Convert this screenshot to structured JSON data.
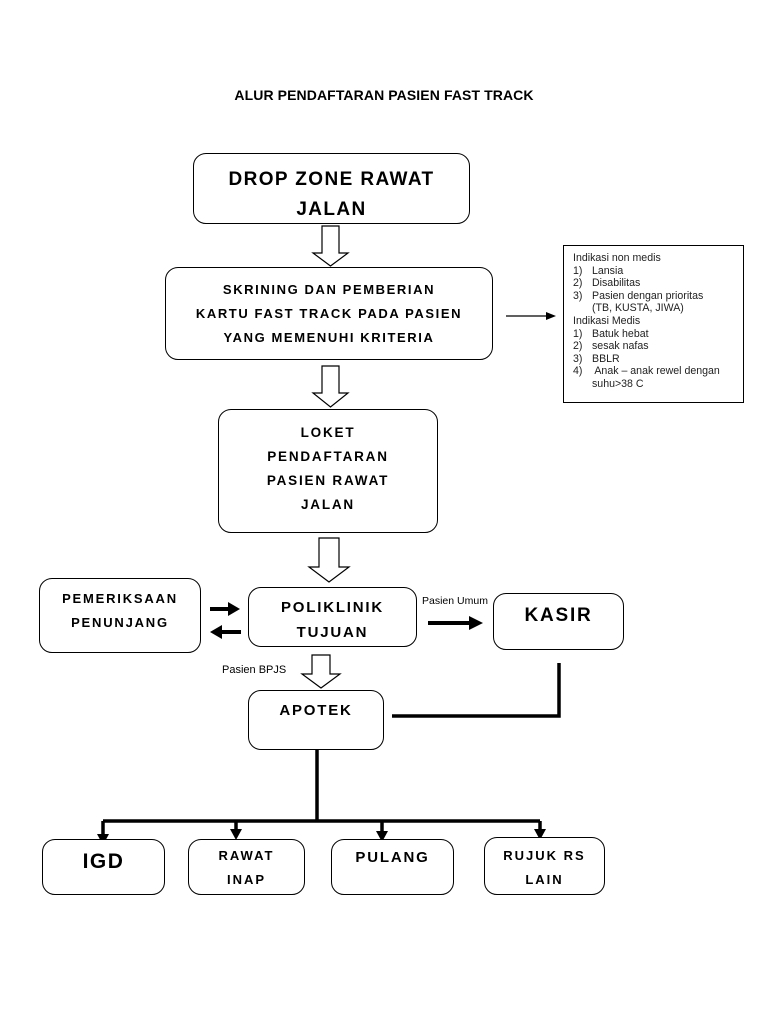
{
  "title": "ALUR PENDAFTARAN PASIEN FAST TRACK",
  "nodes": {
    "drop_zone": [
      "DROP ZONE RAWAT",
      "JALAN"
    ],
    "skrining": [
      "SKRINING DAN PEMBERIAN",
      "KARTU FAST TRACK PADA PASIEN",
      "YANG MEMENUHI KRITERIA"
    ],
    "loket": [
      "LOKET",
      "PENDAFTARAN",
      "PASIEN RAWAT",
      "JALAN"
    ],
    "pemeriksaan": [
      "PEMERIKSAAN",
      "PENUNJANG"
    ],
    "poliklinik": [
      "POLIKLINIK",
      "TUJUAN"
    ],
    "kasir": [
      "KASIR"
    ],
    "apotek": [
      "APOTEK"
    ],
    "igd": [
      "IGD"
    ],
    "rawat_inap": [
      "RAWAT",
      "INAP"
    ],
    "pulang": [
      "PULANG"
    ],
    "rujuk": [
      "RUJUK RS",
      "LAIN"
    ]
  },
  "edge_labels": {
    "pasien_umum": "Pasien Umum",
    "pasien_bpjs": "Pasien BPJS"
  },
  "criteria": {
    "non_medis_heading": "Indikasi non medis",
    "non_medis": [
      {
        "num": "1)",
        "text": "Lansia"
      },
      {
        "num": "2)",
        "text": "Disabilitas"
      },
      {
        "num": "3)",
        "text": "Pasien dengan prioritas"
      }
    ],
    "non_medis_cont": "(TB, KUSTA, JIWA)",
    "medis_heading": "Indikasi Medis",
    "medis": [
      {
        "num": "1)",
        "text": "Batuk hebat"
      },
      {
        "num": "2)",
        "text": "sesak nafas"
      },
      {
        "num": "3)",
        "text": "BBLR"
      },
      {
        "num": "4)",
        "text": " Anak – anak rewel dengan"
      }
    ],
    "medis_cont": "suhu>38 C"
  }
}
